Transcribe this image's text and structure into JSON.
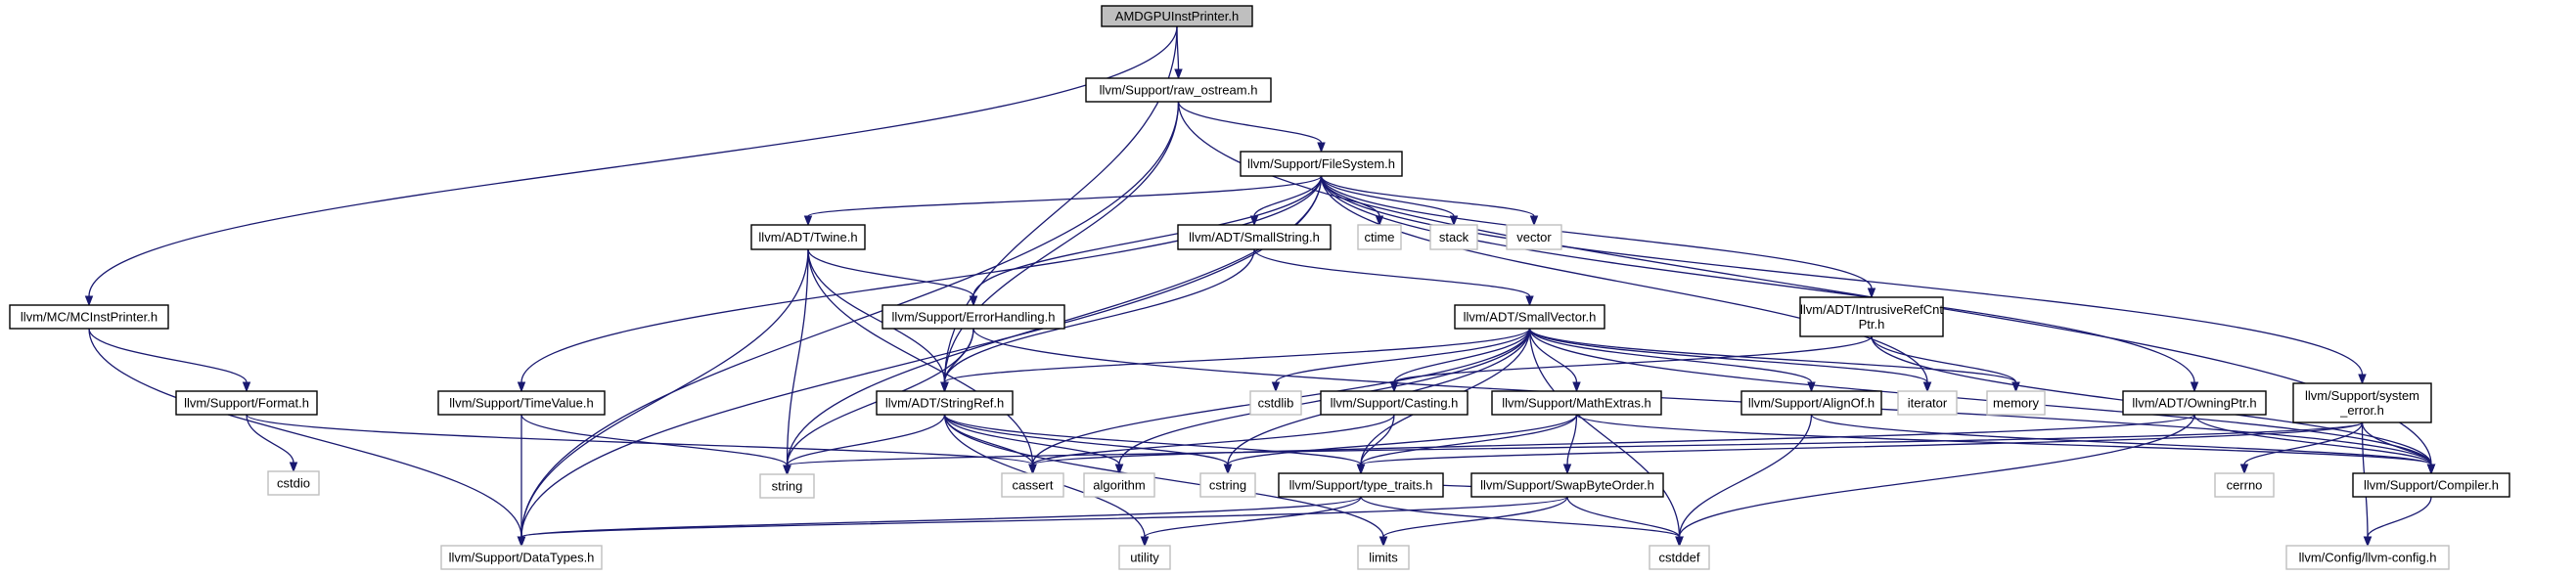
{
  "colors": {
    "edge": "#191970",
    "node_border": "#000000",
    "external_border": "#bfbfbf",
    "root_fill": "#bfbfbf"
  },
  "nodes": [
    {
      "id": "root",
      "label": [
        "AMDGPUInstPrinter.h"
      ],
      "kind": "root"
    },
    {
      "id": "raw_ostream",
      "label": [
        "llvm/Support/raw_ostream.h"
      ],
      "kind": "internal"
    },
    {
      "id": "filesystem",
      "label": [
        "llvm/Support/FileSystem.h"
      ],
      "kind": "internal"
    },
    {
      "id": "mcinstprinter",
      "label": [
        "llvm/MC/MCInstPrinter.h"
      ],
      "kind": "internal"
    },
    {
      "id": "twine",
      "label": [
        "llvm/ADT/Twine.h"
      ],
      "kind": "internal"
    },
    {
      "id": "smallstring",
      "label": [
        "llvm/ADT/SmallString.h"
      ],
      "kind": "internal"
    },
    {
      "id": "ctime",
      "label": [
        "ctime"
      ],
      "kind": "external"
    },
    {
      "id": "stack",
      "label": [
        "stack"
      ],
      "kind": "external"
    },
    {
      "id": "vector",
      "label": [
        "vector"
      ],
      "kind": "external"
    },
    {
      "id": "errorhandling",
      "label": [
        "llvm/Support/ErrorHandling.h"
      ],
      "kind": "internal"
    },
    {
      "id": "smallvector",
      "label": [
        "llvm/ADT/SmallVector.h"
      ],
      "kind": "internal"
    },
    {
      "id": "intrusiverefcnt",
      "label": [
        "llvm/ADT/IntrusiveRefCnt",
        "Ptr.h"
      ],
      "kind": "internal"
    },
    {
      "id": "format",
      "label": [
        "llvm/Support/Format.h"
      ],
      "kind": "internal"
    },
    {
      "id": "timevalue",
      "label": [
        "llvm/Support/TimeValue.h"
      ],
      "kind": "internal"
    },
    {
      "id": "stringref",
      "label": [
        "llvm/ADT/StringRef.h"
      ],
      "kind": "internal"
    },
    {
      "id": "cstdlib",
      "label": [
        "cstdlib"
      ],
      "kind": "external"
    },
    {
      "id": "casting",
      "label": [
        "llvm/Support/Casting.h"
      ],
      "kind": "internal"
    },
    {
      "id": "mathextras",
      "label": [
        "llvm/Support/MathExtras.h"
      ],
      "kind": "internal"
    },
    {
      "id": "alignof",
      "label": [
        "llvm/Support/AlignOf.h"
      ],
      "kind": "internal"
    },
    {
      "id": "iterator",
      "label": [
        "iterator"
      ],
      "kind": "external"
    },
    {
      "id": "memory",
      "label": [
        "memory"
      ],
      "kind": "external"
    },
    {
      "id": "owningptr",
      "label": [
        "llvm/ADT/OwningPtr.h"
      ],
      "kind": "internal"
    },
    {
      "id": "system_error",
      "label": [
        "llvm/Support/system",
        "_error.h"
      ],
      "kind": "internal"
    },
    {
      "id": "cstdio",
      "label": [
        "cstdio"
      ],
      "kind": "external"
    },
    {
      "id": "string",
      "label": [
        "string"
      ],
      "kind": "external"
    },
    {
      "id": "cassert",
      "label": [
        "cassert"
      ],
      "kind": "external"
    },
    {
      "id": "algorithm",
      "label": [
        "algorithm"
      ],
      "kind": "external"
    },
    {
      "id": "cstring",
      "label": [
        "cstring"
      ],
      "kind": "external"
    },
    {
      "id": "type_traits",
      "label": [
        "llvm/Support/type_traits.h"
      ],
      "kind": "internal"
    },
    {
      "id": "swapbyteorder",
      "label": [
        "llvm/Support/SwapByteOrder.h"
      ],
      "kind": "internal"
    },
    {
      "id": "cerrno",
      "label": [
        "cerrno"
      ],
      "kind": "external"
    },
    {
      "id": "compiler",
      "label": [
        "llvm/Support/Compiler.h"
      ],
      "kind": "internal"
    },
    {
      "id": "datatypes",
      "label": [
        "llvm/Support/DataTypes.h"
      ],
      "kind": "external"
    },
    {
      "id": "utility",
      "label": [
        "utility"
      ],
      "kind": "external"
    },
    {
      "id": "limits",
      "label": [
        "limits"
      ],
      "kind": "external"
    },
    {
      "id": "cstddef",
      "label": [
        "cstddef"
      ],
      "kind": "external"
    },
    {
      "id": "llvmconfig",
      "label": [
        "llvm/Config/llvm-config.h"
      ],
      "kind": "external"
    }
  ],
  "edges": [
    [
      "root",
      "raw_ostream"
    ],
    [
      "root",
      "mcinstprinter"
    ],
    [
      "root",
      "stringref"
    ],
    [
      "raw_ostream",
      "filesystem"
    ],
    [
      "raw_ostream",
      "stringref"
    ],
    [
      "raw_ostream",
      "compiler"
    ],
    [
      "raw_ostream",
      "datatypes"
    ],
    [
      "filesystem",
      "twine"
    ],
    [
      "filesystem",
      "smallstring"
    ],
    [
      "filesystem",
      "ctime"
    ],
    [
      "filesystem",
      "stack"
    ],
    [
      "filesystem",
      "vector"
    ],
    [
      "filesystem",
      "errorhandling"
    ],
    [
      "filesystem",
      "intrusiverefcnt"
    ],
    [
      "filesystem",
      "timevalue"
    ],
    [
      "filesystem",
      "owningptr"
    ],
    [
      "filesystem",
      "system_error"
    ],
    [
      "filesystem",
      "iterator"
    ],
    [
      "filesystem",
      "string"
    ],
    [
      "filesystem",
      "datatypes"
    ],
    [
      "mcinstprinter",
      "format"
    ],
    [
      "mcinstprinter",
      "datatypes"
    ],
    [
      "twine",
      "errorhandling"
    ],
    [
      "twine",
      "stringref"
    ],
    [
      "twine",
      "string"
    ],
    [
      "twine",
      "cassert"
    ],
    [
      "twine",
      "datatypes"
    ],
    [
      "smallstring",
      "smallvector"
    ],
    [
      "smallstring",
      "stringref"
    ],
    [
      "errorhandling",
      "stringref"
    ],
    [
      "errorhandling",
      "string"
    ],
    [
      "errorhandling",
      "compiler"
    ],
    [
      "smallvector",
      "stringref"
    ],
    [
      "smallvector",
      "cstdlib"
    ],
    [
      "smallvector",
      "casting"
    ],
    [
      "smallvector",
      "mathextras"
    ],
    [
      "smallvector",
      "alignof"
    ],
    [
      "smallvector",
      "iterator"
    ],
    [
      "smallvector",
      "memory"
    ],
    [
      "smallvector",
      "compiler"
    ],
    [
      "smallvector",
      "cassert"
    ],
    [
      "smallvector",
      "algorithm"
    ],
    [
      "smallvector",
      "cstring"
    ],
    [
      "smallvector",
      "type_traits"
    ],
    [
      "smallvector",
      "cstddef"
    ],
    [
      "intrusiverefcnt",
      "casting"
    ],
    [
      "intrusiverefcnt",
      "memory"
    ],
    [
      "intrusiverefcnt",
      "compiler"
    ],
    [
      "format",
      "cstdio"
    ],
    [
      "format",
      "cassert"
    ],
    [
      "timevalue",
      "string"
    ],
    [
      "timevalue",
      "datatypes"
    ],
    [
      "stringref",
      "string"
    ],
    [
      "stringref",
      "cassert"
    ],
    [
      "stringref",
      "algorithm"
    ],
    [
      "stringref",
      "cstring"
    ],
    [
      "stringref",
      "type_traits"
    ],
    [
      "stringref",
      "utility"
    ],
    [
      "stringref",
      "limits"
    ],
    [
      "casting",
      "type_traits"
    ],
    [
      "casting",
      "cassert"
    ],
    [
      "mathextras",
      "type_traits"
    ],
    [
      "mathextras",
      "swapbyteorder"
    ],
    [
      "mathextras",
      "compiler"
    ],
    [
      "mathextras",
      "cstring"
    ],
    [
      "alignof",
      "compiler"
    ],
    [
      "alignof",
      "cstddef"
    ],
    [
      "owningptr",
      "compiler"
    ],
    [
      "owningptr",
      "cassert"
    ],
    [
      "owningptr",
      "cstddef"
    ],
    [
      "system_error",
      "compiler"
    ],
    [
      "system_error",
      "type_traits"
    ],
    [
      "system_error",
      "cerrno"
    ],
    [
      "system_error",
      "string"
    ],
    [
      "system_error",
      "llvmconfig"
    ],
    [
      "type_traits",
      "utility"
    ],
    [
      "type_traits",
      "cstddef"
    ],
    [
      "type_traits",
      "datatypes"
    ],
    [
      "swapbyteorder",
      "type_traits"
    ],
    [
      "swapbyteorder",
      "datatypes"
    ],
    [
      "swapbyteorder",
      "cstddef"
    ],
    [
      "swapbyteorder",
      "limits"
    ],
    [
      "compiler",
      "llvmconfig"
    ]
  ]
}
